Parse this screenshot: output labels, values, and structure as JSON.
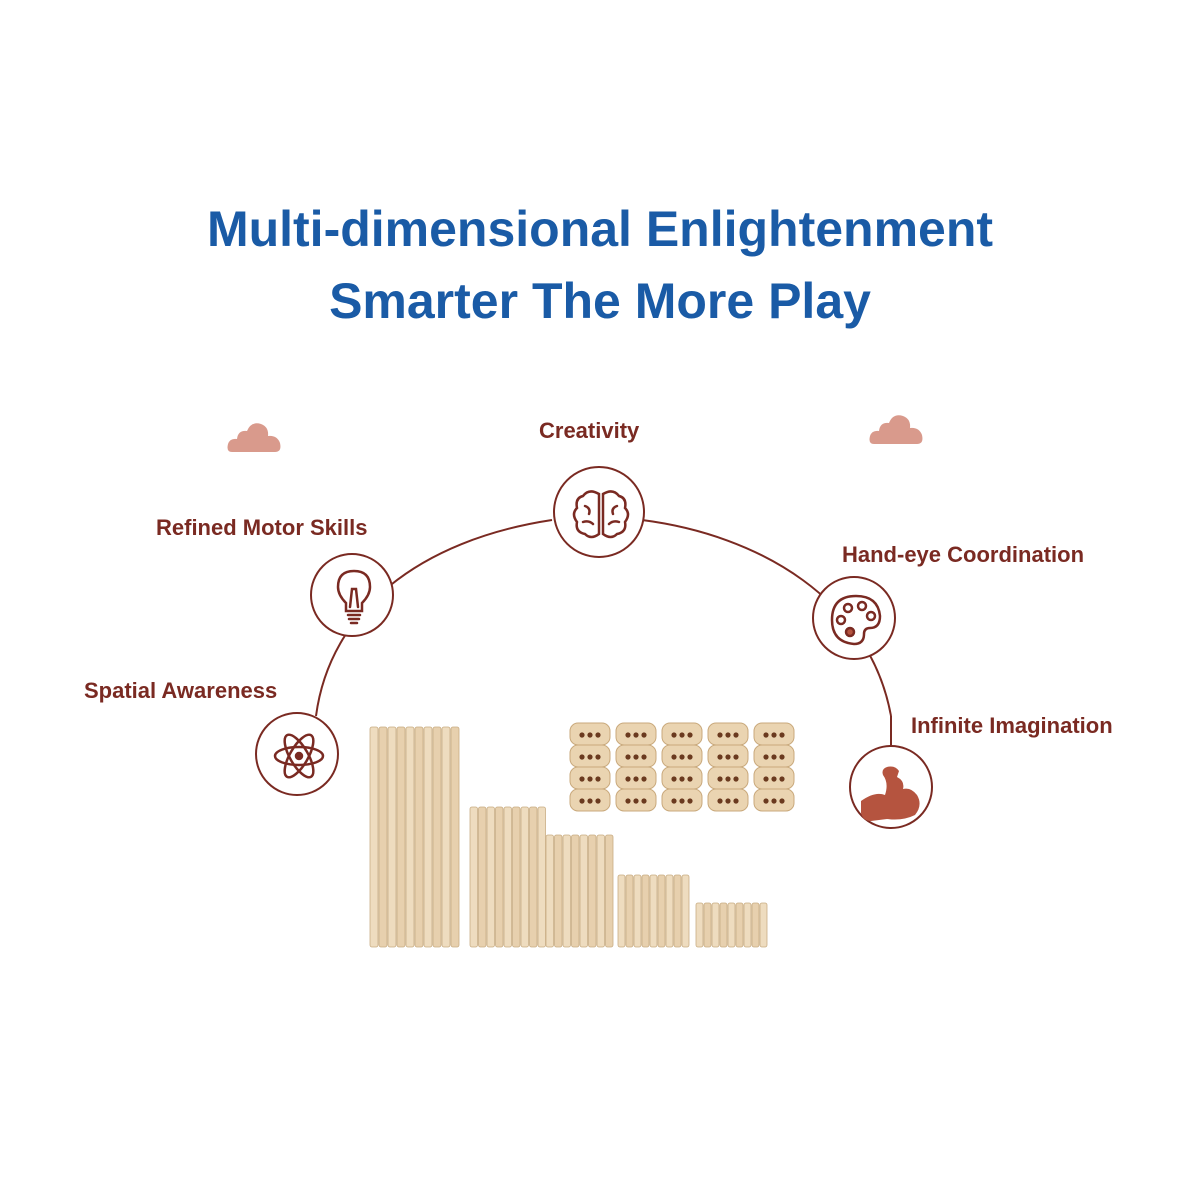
{
  "headline": {
    "line1": "Multi-dimensional Enlightenment",
    "line2": "Smarter The More Play"
  },
  "features": {
    "creativity": "Creativity",
    "refined_motor_skills": "Refined Motor Skills",
    "hand_eye_coordination": "Hand-eye Coordination",
    "spatial_awareness": "Spatial Awareness",
    "infinite_imagination": "Infinite Imagination"
  },
  "icons": {
    "creativity": "brain-icon",
    "refined_motor_skills": "lightbulb-icon",
    "hand_eye_coordination": "palette-icon",
    "spatial_awareness": "atom-icon",
    "infinite_imagination": "flexed-arm-icon"
  },
  "colors": {
    "headline": "#1a5ba6",
    "accent": "#7a2a22",
    "cloud": "#d99a8c",
    "arm": "#b5543f"
  }
}
